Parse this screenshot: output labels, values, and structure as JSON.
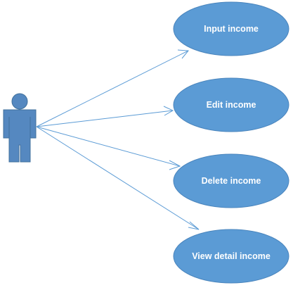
{
  "diagram": {
    "type": "use-case",
    "colors": {
      "ellipse_fill": "#5b9bd5",
      "ellipse_stroke": "#4a85bd",
      "actor_fill": "#5588c0",
      "actor_stroke": "#41719c",
      "connector": "#5b9bd5",
      "label": "#ffffff"
    },
    "actor": {
      "icon": "person-icon"
    },
    "use_cases": [
      {
        "label": "Input income"
      },
      {
        "label": "Edit income"
      },
      {
        "label": "Delete income"
      },
      {
        "label": "View detail income"
      }
    ]
  }
}
